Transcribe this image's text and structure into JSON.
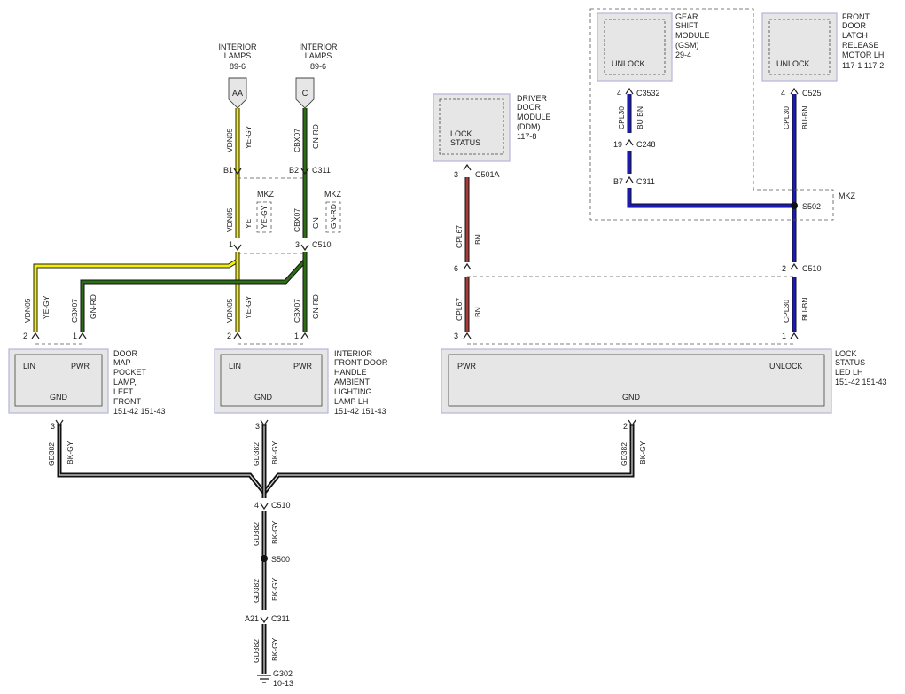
{
  "modules": {
    "interior_lamps_aa": {
      "title": [
        "INTERIOR",
        "LAMPS",
        "89-6"
      ],
      "tag": "AA"
    },
    "interior_lamps_c": {
      "title": [
        "INTERIOR",
        "LAMPS",
        "89-6"
      ],
      "tag": "C"
    },
    "ddm": {
      "title": [
        "DRIVER",
        "DOOR",
        "MODULE",
        "(DDM)",
        "117-8"
      ],
      "inner": [
        "LOCK",
        "STATUS"
      ]
    },
    "gsm": {
      "title": [
        "GEAR",
        "SHIFT",
        "MODULE",
        "(GSM)",
        "29-4"
      ],
      "inner": "UNLOCK"
    },
    "fdlrm": {
      "title": [
        "FRONT",
        "DOOR",
        "LATCH",
        "RELEASE",
        "MOTOR LH",
        "117-1   117-2"
      ],
      "inner": "UNLOCK"
    },
    "door_map": {
      "title": [
        "DOOR",
        "MAP",
        "POCKET",
        "LAMP,",
        "LEFT",
        "FRONT",
        "151-42   151-43"
      ],
      "lin": "LIN",
      "pwr": "PWR",
      "gnd": "GND"
    },
    "handle_lamp": {
      "title": [
        "INTERIOR",
        "FRONT DOOR",
        "HANDLE",
        "AMBIENT",
        "LIGHTING",
        "LAMP LH",
        "151-42   151-43"
      ],
      "lin": "LIN",
      "pwr": "PWR",
      "gnd": "GND"
    },
    "lock_led": {
      "title": [
        "LOCK",
        "STATUS",
        "LED LH",
        "151-42   151-43"
      ],
      "pwr": "PWR",
      "unlock": "UNLOCK",
      "gnd": "GND"
    }
  },
  "wires": {
    "vdn05": "VDN05",
    "ye_gy": "YE-GY",
    "ye": "YE",
    "cbx07": "CBX07",
    "gn_rd": "GN-RD",
    "gn": "GN",
    "cpl67": "CPL67",
    "bn": "BN",
    "cpl30": "CPL30",
    "bu_bn": "BU-BN",
    "bu_bn_sp": "BU BN",
    "gd382": "GD382",
    "bk_gy": "BK-GY"
  },
  "connectors": {
    "c311": "C311",
    "c510": "C510",
    "c501a": "C501A",
    "c3532": "C3532",
    "c248": "C248",
    "c525": "C525",
    "s502": "S502",
    "s500": "S500",
    "g302": "G302",
    "g302_ref": "10-13"
  },
  "pins": {
    "b1": "B1",
    "b2": "B2",
    "p1": "1",
    "p2": "2",
    "p3": "3",
    "p4": "4",
    "p6": "6",
    "p19": "19",
    "b7": "B7",
    "a21": "A21"
  },
  "options": {
    "mkz": "MKZ"
  },
  "colors": {
    "yellow": "#f4f000",
    "green": "#2c6e14",
    "brown": "#a83a3a",
    "blue": "#1a1ab8",
    "black": "#111111"
  }
}
